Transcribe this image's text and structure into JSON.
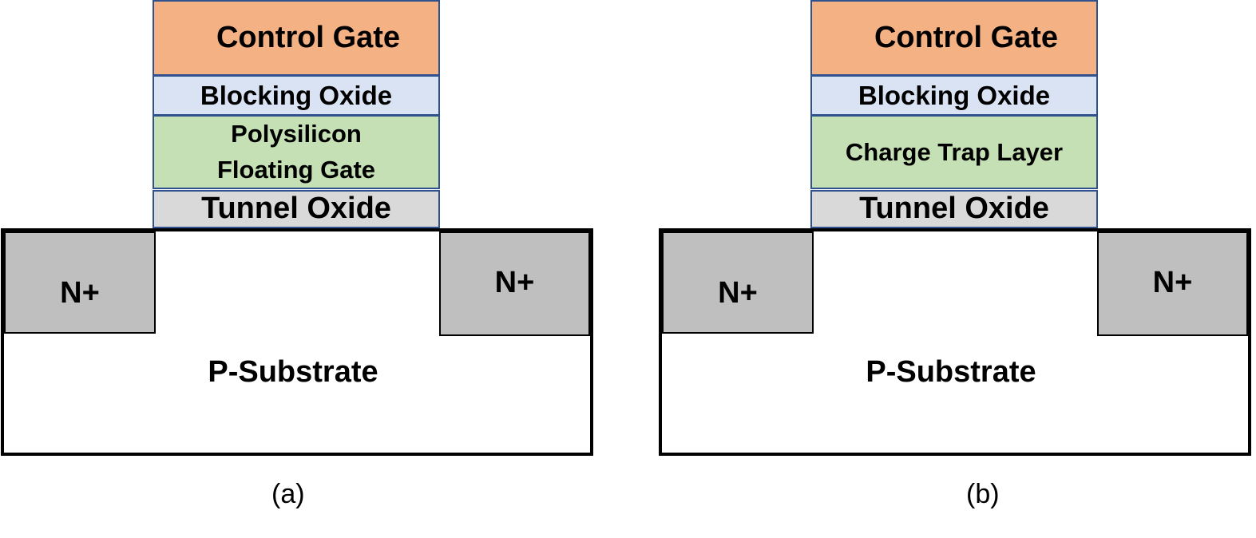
{
  "diagrams": [
    {
      "control_gate": "Control Gate",
      "blocking_oxide": "Blocking Oxide",
      "storage_line1": "Polysilicon",
      "storage_line2": "Floating Gate",
      "tunnel_oxide": "Tunnel Oxide",
      "source_label": "N+",
      "drain_label": "N+",
      "substrate": "P-Substrate",
      "caption": "(a)"
    },
    {
      "control_gate": "Control Gate",
      "blocking_oxide": "Blocking Oxide",
      "storage_line1": "Charge Trap Layer",
      "tunnel_oxide": "Tunnel Oxide",
      "source_label": "N+",
      "drain_label": "N+",
      "substrate": "P-Substrate",
      "caption": "(b)"
    }
  ],
  "colors": {
    "control_gate": "#f4b183",
    "blocking_oxide": "#dae3f3",
    "storage_layer": "#c5e0b4",
    "tunnel_oxide": "#d9d9d9",
    "n_plus_region": "#bfbfbf",
    "layer_border": "#2f528f"
  }
}
